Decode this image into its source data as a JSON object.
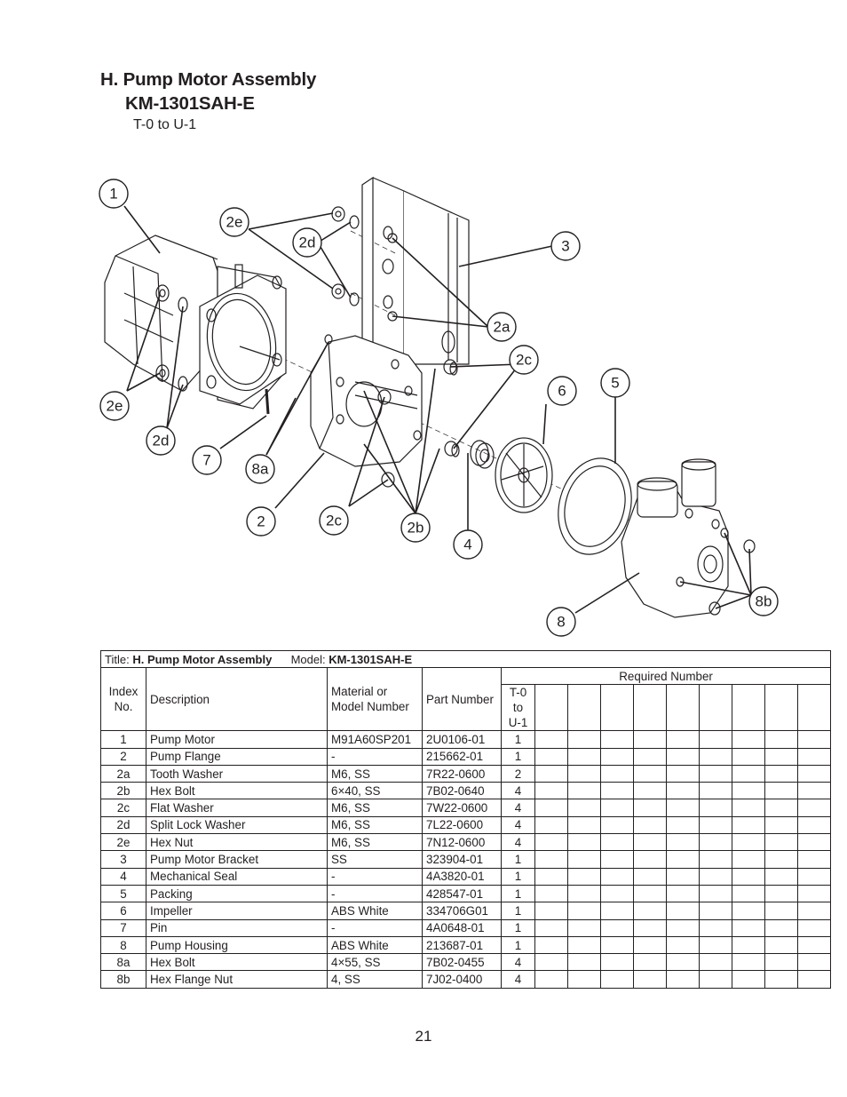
{
  "heading": {
    "section": "H. Pump Motor Assembly",
    "model": "KM-1301SAH-E",
    "serial_range": "T-0 to U-1"
  },
  "callouts": {
    "c1": "1",
    "c2e_top": "2e",
    "c2d_top": "2d",
    "c3": "3",
    "c2a": "2a",
    "c2c_right": "2c",
    "c6": "6",
    "c5": "5",
    "c2e_left": "2e",
    "c2d_left": "2d",
    "c7": "7",
    "c8a": "8a",
    "c2": "2",
    "c2c_bottom": "2c",
    "c2b": "2b",
    "c4": "4",
    "c8b": "8b",
    "c8": "8"
  },
  "table": {
    "title_label": "Title:",
    "title_value": "H. Pump Motor Assembly",
    "model_label": "Model:",
    "model_value": "KM-1301SAH-E",
    "required_number": "Required Number",
    "col_index_1": "Index",
    "col_index_2": "No.",
    "col_description": "Description",
    "col_material_1": "Material or",
    "col_material_2": "Model Number",
    "col_part": "Part Number",
    "col_range_1": "T-0",
    "col_range_2": "to",
    "col_range_3": "U-1",
    "rows": [
      {
        "index": "1",
        "description": "Pump Motor",
        "material": "M91A60SP201",
        "part": "2U0106-01",
        "qty": "1"
      },
      {
        "index": "2",
        "description": "Pump Flange",
        "material": "-",
        "part": "215662-01",
        "qty": "1"
      },
      {
        "index": "2a",
        "description": "Tooth Washer",
        "material": "M6, SS",
        "part": "7R22-0600",
        "qty": "2"
      },
      {
        "index": "2b",
        "description": "Hex Bolt",
        "material": "6×40, SS",
        "part": "7B02-0640",
        "qty": "4"
      },
      {
        "index": "2c",
        "description": "Flat Washer",
        "material": "M6, SS",
        "part": "7W22-0600",
        "qty": "4"
      },
      {
        "index": "2d",
        "description": "Split Lock Washer",
        "material": "M6, SS",
        "part": "7L22-0600",
        "qty": "4"
      },
      {
        "index": "2e",
        "description": "Hex Nut",
        "material": "M6, SS",
        "part": "7N12-0600",
        "qty": "4"
      },
      {
        "index": "3",
        "description": "Pump Motor Bracket",
        "material": "SS",
        "part": "323904-01",
        "qty": "1"
      },
      {
        "index": "4",
        "description": "Mechanical Seal",
        "material": "-",
        "part": "4A3820-01",
        "qty": "1"
      },
      {
        "index": "5",
        "description": "Packing",
        "material": "-",
        "part": "428547-01",
        "qty": "1"
      },
      {
        "index": "6",
        "description": "Impeller",
        "material": "ABS White",
        "part": "334706G01",
        "qty": "1"
      },
      {
        "index": "7",
        "description": "Pin",
        "material": "-",
        "part": "4A0648-01",
        "qty": "1"
      },
      {
        "index": "8",
        "description": "Pump Housing",
        "material": "ABS White",
        "part": "213687-01",
        "qty": "1"
      },
      {
        "index": "8a",
        "description": "Hex Bolt",
        "material": "4×55, SS",
        "part": "7B02-0455",
        "qty": "4"
      },
      {
        "index": "8b",
        "description": "Hex Flange Nut",
        "material": "4, SS",
        "part": "7J02-0400",
        "qty": "4"
      }
    ]
  },
  "page_number": "21"
}
